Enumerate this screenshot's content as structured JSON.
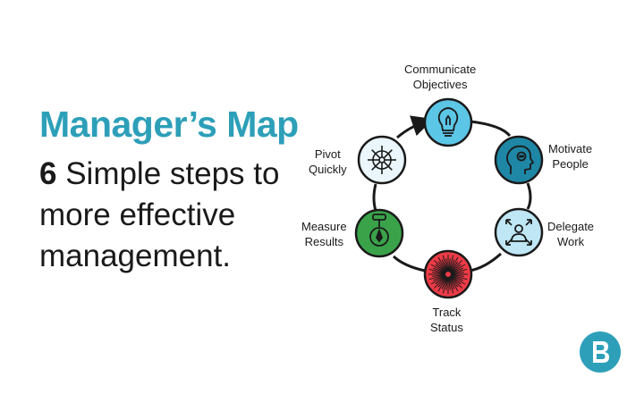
{
  "heading": {
    "title": "Manager’s Map",
    "subtitle_number": "6",
    "subtitle_line1": " Simple steps to",
    "subtitle_line2": "more effective",
    "subtitle_line3": "management."
  },
  "steps": [
    {
      "label_line1": "Communicate",
      "label_line2": "Objectives",
      "icon": "lightbulb-icon",
      "color": "#5cc6e6"
    },
    {
      "label_line1": "Motivate",
      "label_line2": "People",
      "icon": "head-chat-icon",
      "color": "#1f87a6"
    },
    {
      "label_line1": "Delegate",
      "label_line2": "Work",
      "icon": "person-arrows-icon",
      "color": "#bfe6f4"
    },
    {
      "label_line1": "Track",
      "label_line2": "Status",
      "icon": "radial-burst-icon",
      "color": "#ee3b47"
    },
    {
      "label_line1": "Measure",
      "label_line2": "Results",
      "icon": "stopwatch-icon",
      "color": "#3aa34a"
    },
    {
      "label_line1": "Pivot",
      "label_line2": "Quickly",
      "icon": "ship-wheel-icon",
      "color": "#eaf6fb"
    }
  ],
  "colors": {
    "accent": "#2d9fb9",
    "ring": "#1a1a1a"
  },
  "brand": {
    "logo": "brand-logo-icon"
  }
}
